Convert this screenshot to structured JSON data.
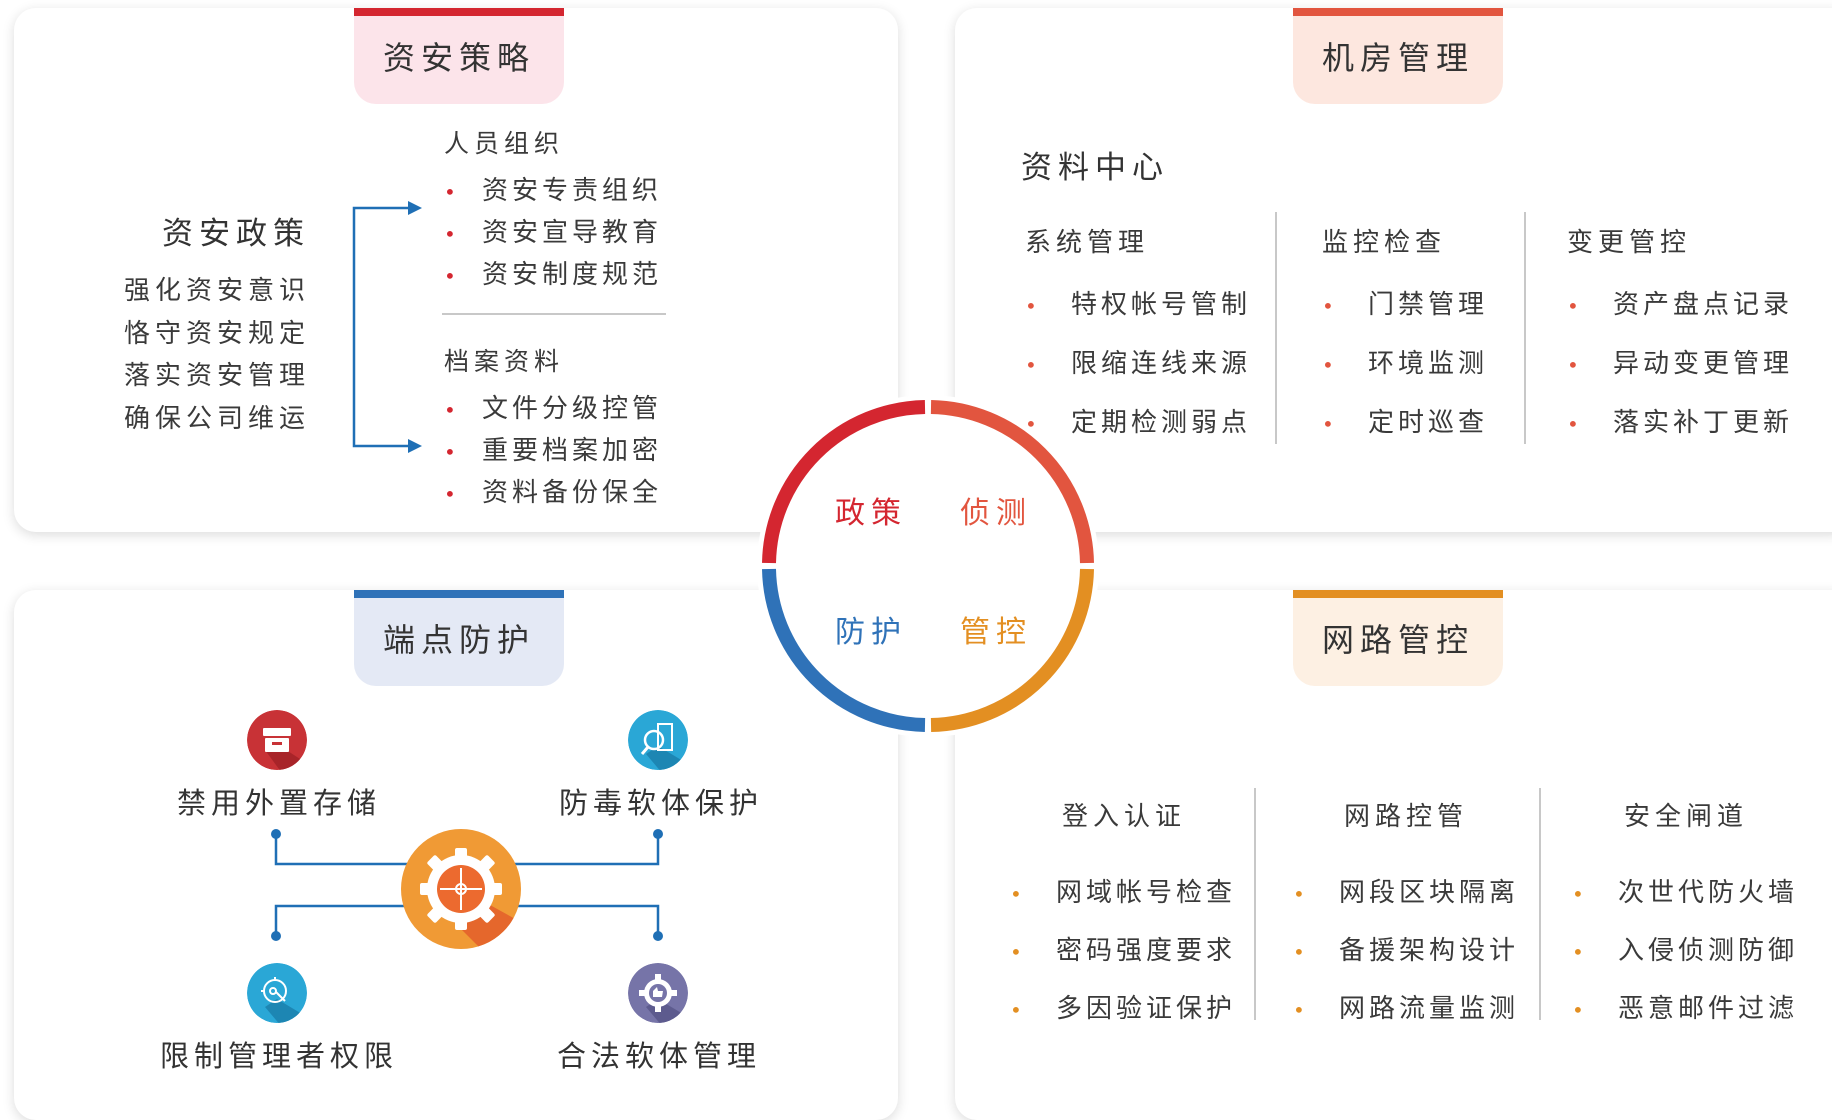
{
  "colors": {
    "policy_red": "#d42630",
    "detect_red": "#e2553f",
    "control_orange": "#e38f22",
    "protect_blue": "#2f72b8",
    "connector_blue": "#1f6fb5"
  },
  "top_left": {
    "tab": "资安策略",
    "policy": {
      "title": "资安政策",
      "lines": [
        "强化资安意识",
        "恪守资安规定",
        "落实资安管理",
        "确保公司维运"
      ]
    },
    "groups": [
      {
        "title": "人员组织",
        "items": [
          "资安专责组织",
          "资安宣导教育",
          "资安制度规范"
        ]
      },
      {
        "title": "档案资料",
        "items": [
          "文件分级控管",
          "重要档案加密",
          "资料备份保全"
        ]
      }
    ]
  },
  "top_right": {
    "tab": "机房管理",
    "heading": "资料中心",
    "columns": [
      {
        "title": "系统管理",
        "items": [
          "特权帐号管制",
          "限缩连线来源",
          "定期检测弱点"
        ]
      },
      {
        "title": "监控检查",
        "items": [
          "门禁管理",
          "环境监测",
          "定时巡查"
        ]
      },
      {
        "title": "变更管控",
        "items": [
          "资产盘点记录",
          "异动变更管理",
          "落实补丁更新"
        ]
      }
    ]
  },
  "bottom_left": {
    "tab": "端点防护",
    "nodes": [
      {
        "label": "禁用外置存储",
        "icon": "storage-box-icon"
      },
      {
        "label": "防毒软体保护",
        "icon": "magnify-scan-icon"
      },
      {
        "label": "限制管理者权限",
        "icon": "key-target-icon"
      },
      {
        "label": "合法软体管理",
        "icon": "gear-thumbs-up-icon"
      }
    ],
    "center_icon": "gear-crosshair-icon"
  },
  "bottom_right": {
    "tab": "网路管控",
    "columns": [
      {
        "title": "登入认证",
        "items": [
          "网域帐号检查",
          "密码强度要求",
          "多因验证保护"
        ]
      },
      {
        "title": "网路控管",
        "items": [
          "网段区块隔离",
          "备援架构设计",
          "网路流量监测"
        ]
      },
      {
        "title": "安全闸道",
        "items": [
          "次世代防火墙",
          "入侵侦测防御",
          "恶意邮件过滤"
        ]
      }
    ]
  },
  "ring": {
    "labels": [
      "政策",
      "侦测",
      "防护",
      "管控"
    ]
  },
  "bullet": "•"
}
